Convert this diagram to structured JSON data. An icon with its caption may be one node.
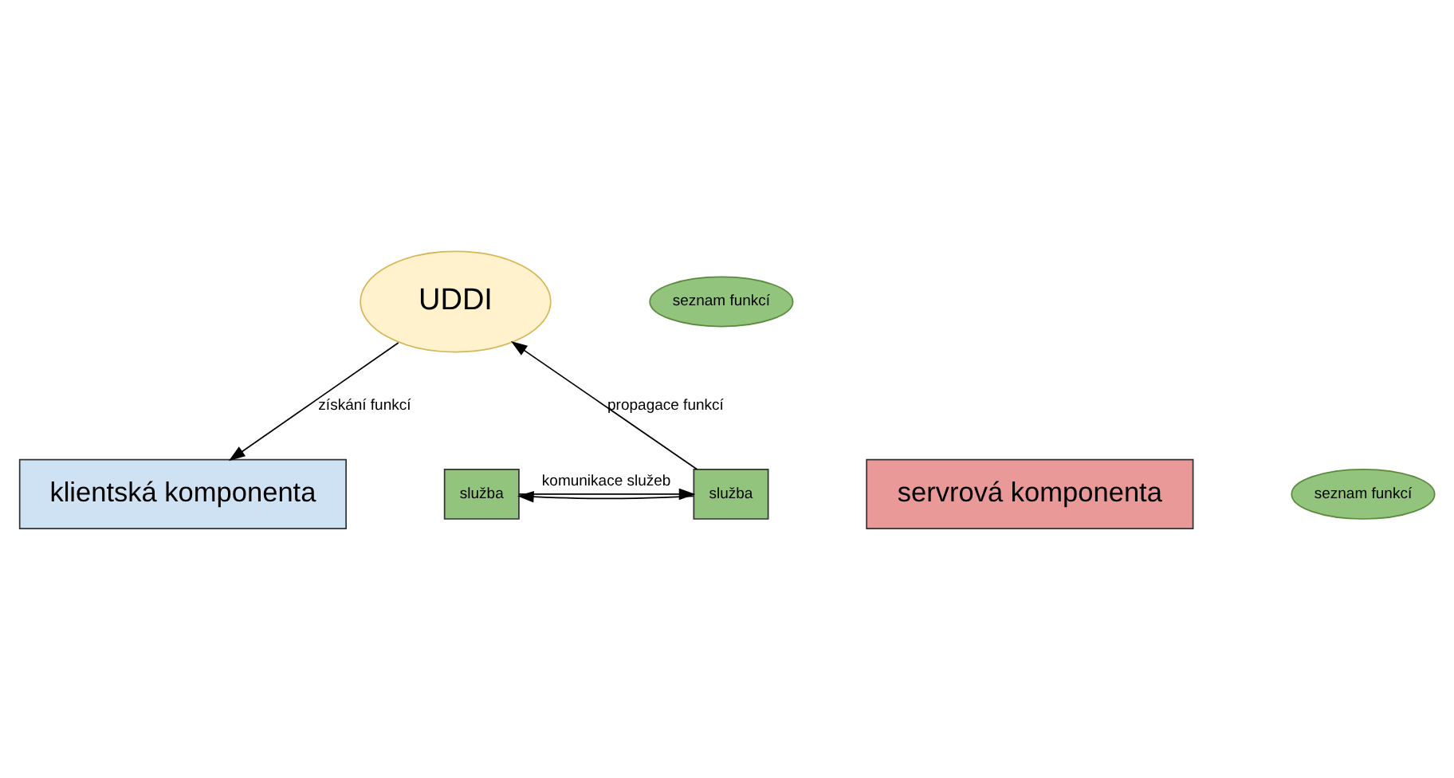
{
  "diagram": {
    "nodes": [
      {
        "text": [
          "UDDI"
        ]
      },
      {
        "text": [
          "seznam funkcí"
        ]
      },
      {
        "text": [
          "klientská komponenta"
        ]
      },
      {
        "text": [
          "služba"
        ]
      },
      {
        "text": [
          "služba"
        ]
      },
      {
        "text": [
          "servrová komponenta"
        ]
      },
      {
        "text": [
          "seznam funkcí"
        ]
      }
    ],
    "edges": [
      {
        "from": 0,
        "to": 2,
        "arrow": "to",
        "label": "získání funkcí"
      },
      {
        "from": 4,
        "to": 0,
        "arrow": "to",
        "label": "propagace funkcí"
      },
      {
        "from": 3,
        "to": 4,
        "arrow": "to",
        "label": "komunikace služeb"
      },
      {
        "from": 4,
        "to": 3,
        "arrow": "to"
      }
    ]
  }
}
